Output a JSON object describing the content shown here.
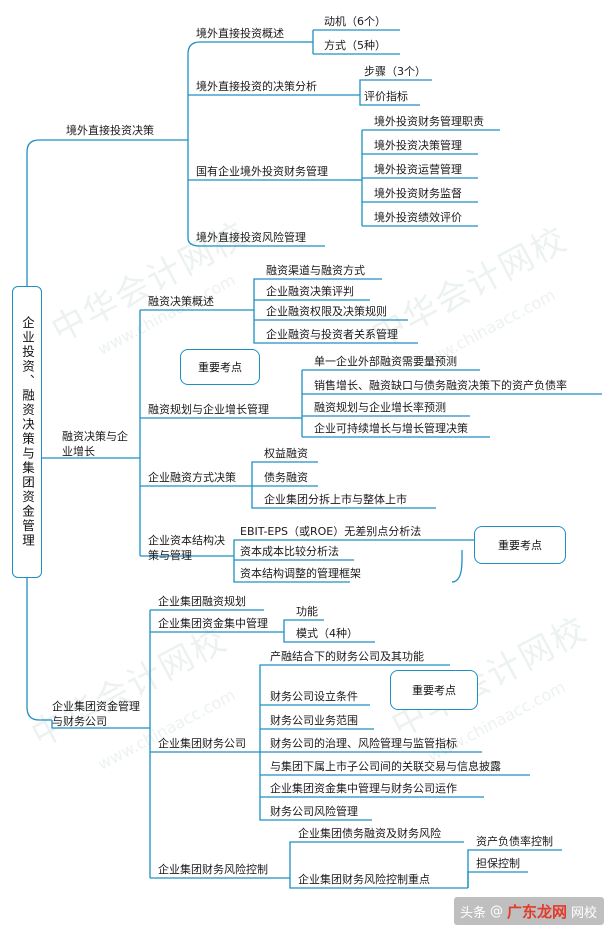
{
  "root": "企业投资、融资决策与集团资金管理",
  "branches": {
    "b1": {
      "label": "境外直接投资决策",
      "c1": {
        "label": "境外直接投资概述",
        "leaves": [
          "动机（6个）",
          "方式（5种）"
        ]
      },
      "c2": {
        "label": "境外直接投资的决策分析",
        "leaves": [
          "步骤（3个）",
          "评价指标"
        ]
      },
      "c3": {
        "label": "国有企业境外投资财务管理",
        "leaves": [
          "境外投资财务管理职责",
          "境外投资决策管理",
          "境外投资运营管理",
          "境外投资财务监督",
          "境外投资绩效评价"
        ]
      },
      "c4": {
        "label": "境外直接投资风险管理"
      }
    },
    "b2": {
      "label": "融资决策与企业增长",
      "c1": {
        "label": "融资决策概述",
        "leaves": [
          "融资渠道与融资方式",
          "企业融资决策评判",
          "企业融资权限及决策规则",
          "企业融资与投资者关系管理"
        ]
      },
      "c2": {
        "label": "融资规划与企业增长管理",
        "callout": "重要考点",
        "leaves": [
          "单一企业外部融资需要量预测",
          "销售增长、融资缺口与债务融资决策下的资产负债率",
          "融资规划与企业增长率预测",
          "企业可持续增长与增长管理决策"
        ]
      },
      "c3": {
        "label": "企业融资方式决策",
        "leaves": [
          "权益融资",
          "债务融资",
          "企业集团分拆上市与整体上市"
        ]
      },
      "c4": {
        "label": "企业资本结构决策与管理",
        "callout": "重要考点",
        "leaves": [
          "EBIT-EPS（或ROE）无差别点分析法",
          "资本成本比较分析法",
          "资本结构调整的管理框架"
        ]
      }
    },
    "b3": {
      "label": "企业集团资金管理与财务公司",
      "c1": {
        "label": "企业集团融资规划"
      },
      "c2": {
        "label": "企业集团资金集中管理",
        "leaves": [
          "功能",
          "模式（4种）"
        ]
      },
      "c3": {
        "label": "企业集团财务公司",
        "callout": "重要考点",
        "leaves": [
          "产融结合下的财务公司及其功能",
          "财务公司设立条件",
          "财务公司业务范围",
          "财务公司的治理、风险管理与监管指标",
          "与集团下属上市子公司间的关联交易与信息披露",
          "企业集团资金集中管理与财务公司运作",
          "财务公司风险管理"
        ]
      },
      "c4": {
        "label": "企业集团财务风险控制",
        "s1": {
          "label": "企业集团债务融资及财务风险"
        },
        "s2": {
          "label": "企业集团财务风险控制重点",
          "leaves": [
            "资产负债率控制",
            "担保控制"
          ]
        }
      }
    }
  },
  "watermark": {
    "main": "中华会计网校",
    "url": "www.chinaacc.com"
  },
  "credit": {
    "prefix": "头条",
    "at": "@",
    "brand": "广东龙网",
    "suffix": "网校"
  },
  "colors": {
    "line": "#1d8fc4",
    "text": "#1a1a1a"
  }
}
